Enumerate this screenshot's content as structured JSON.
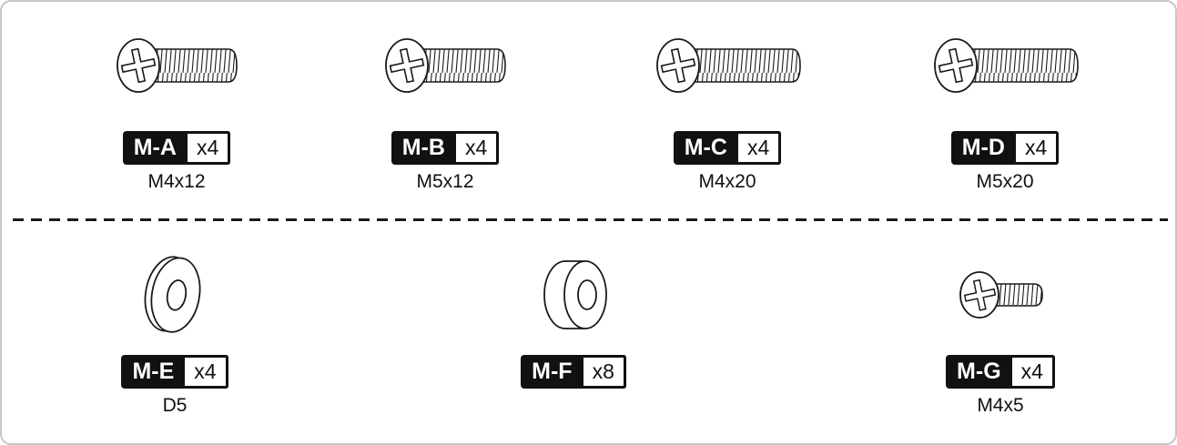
{
  "items": [
    {
      "id": "M-A",
      "qty": "x4",
      "size": "M4x12",
      "icon": "pan-head-screw"
    },
    {
      "id": "M-B",
      "qty": "x4",
      "size": "M5x12",
      "icon": "pan-head-screw"
    },
    {
      "id": "M-C",
      "qty": "x4",
      "size": "M4x20",
      "icon": "pan-head-screw-long"
    },
    {
      "id": "M-D",
      "qty": "x4",
      "size": "M5x20",
      "icon": "pan-head-screw-long"
    },
    {
      "id": "M-E",
      "qty": "x4",
      "size": "D5",
      "icon": "flat-washer"
    },
    {
      "id": "M-F",
      "qty": "x8",
      "size": "",
      "icon": "thick-washer"
    },
    {
      "id": "M-G",
      "qty": "x4",
      "size": "M4x5",
      "icon": "short-screw"
    }
  ],
  "colors": {
    "badge_bg": "#111111",
    "badge_text": "#ffffff",
    "line_art": "#1a1a1a",
    "panel_border": "#c6c6c6"
  }
}
